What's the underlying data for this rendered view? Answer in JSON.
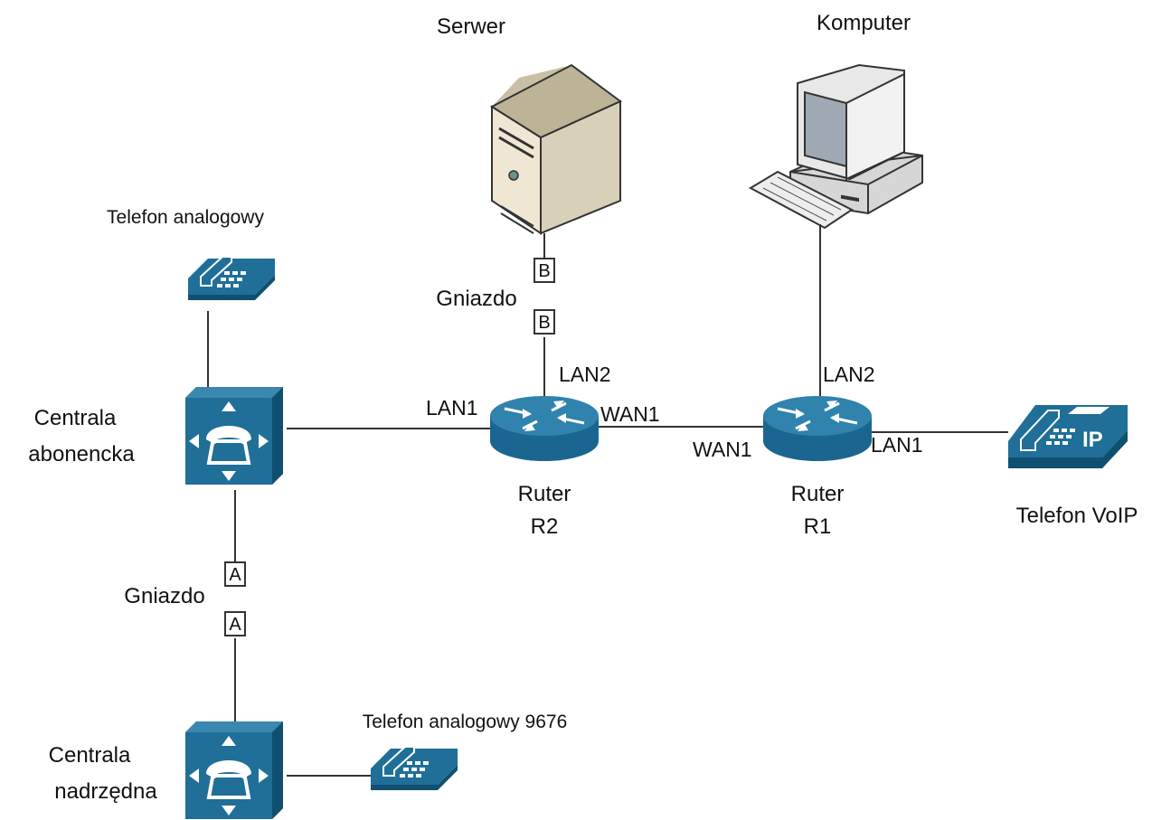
{
  "colors": {
    "device": "#1f6f98",
    "device_dark": "#0f4f70",
    "line": "#333333",
    "text": "#111111"
  },
  "labels": {
    "serwer": "Serwer",
    "komputer": "Komputer",
    "telefon_analogowy_top": "Telefon analogowy",
    "telefon_analogowy_bottom": "Telefon analogowy 9676",
    "centrala_abonencka_1": "Centrala",
    "centrala_abonencka_2": "abonencka",
    "centrala_nadrzedna_1": "Centrala",
    "centrala_nadrzedna_2": "nadrzędna",
    "gniazdo_b": "Gniazdo",
    "gniazdo_a": "Gniazdo",
    "ruter_r2_1": "Ruter",
    "ruter_r2_2": "R2",
    "ruter_r1_1": "Ruter",
    "ruter_r1_2": "R1",
    "telefon_voip": "Telefon VoIP"
  },
  "ports": {
    "r2_lan1": "LAN1",
    "r2_lan2": "LAN2",
    "r2_wan1": "WAN1",
    "r1_wan1": "WAN1",
    "r1_lan2": "LAN2",
    "r1_lan1": "LAN1"
  },
  "sockets": {
    "b_top": "B",
    "b_bottom": "B",
    "a_top": "A",
    "a_bottom": "A"
  },
  "voip_badge": "IP",
  "icons": {
    "server": "server-icon",
    "computer": "computer-icon",
    "analog_phone": "analog-phone-icon",
    "pbx": "pbx-switch-icon",
    "router": "router-icon",
    "voip_phone": "voip-phone-icon"
  }
}
